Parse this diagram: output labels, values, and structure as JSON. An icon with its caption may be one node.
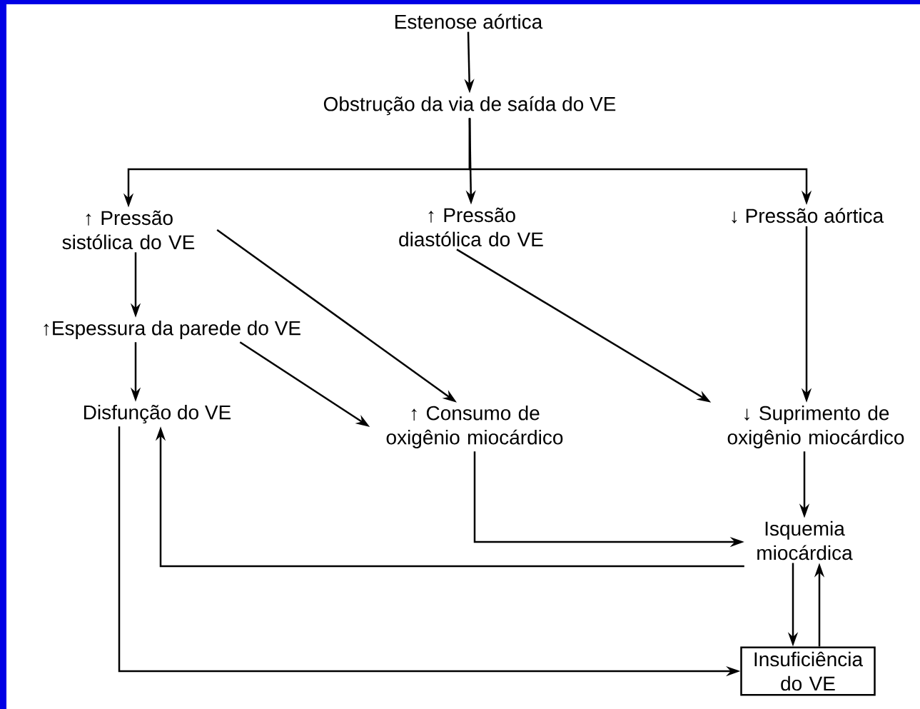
{
  "diagram": {
    "nodes": [
      {
        "text": [
          "Estenose aórtica"
        ]
      },
      {
        "text": [
          "Obstrução da via de saída do VE"
        ]
      },
      {
        "text": [
          "↑ Pressão sistólica do VE"
        ]
      },
      {
        "text": [
          "↑ Pressão diastólica do VE"
        ]
      },
      {
        "text": [
          "↓ Pressão aórtica"
        ]
      },
      {
        "text": [
          "↑Espessura da parede do VE"
        ]
      },
      {
        "text": [
          "Disfunção do VE"
        ]
      },
      {
        "text": [
          "↑ Consumo de oxigênio miocárdico"
        ]
      },
      {
        "text": [
          "↓ Suprimento de oxigênio miocárdico"
        ]
      },
      {
        "text": [
          "Isquemia miocárdica"
        ]
      },
      {
        "text": [
          "Insuficiência do VE"
        ]
      }
    ],
    "edges": [
      {
        "from": 0,
        "to": 1,
        "arrow": "to"
      },
      {
        "from": 1,
        "to": 2,
        "arrow": "to"
      },
      {
        "from": 1,
        "to": 3,
        "arrow": "to"
      },
      {
        "from": 1,
        "to": 4,
        "arrow": "to"
      },
      {
        "from": 2,
        "to": 5,
        "arrow": "to"
      },
      {
        "from": 2,
        "to": 7,
        "arrow": "to"
      },
      {
        "from": 3,
        "to": 8,
        "arrow": "to"
      },
      {
        "from": 4,
        "to": 8,
        "arrow": "to"
      },
      {
        "from": 5,
        "to": 6,
        "arrow": "to"
      },
      {
        "from": 5,
        "to": 7,
        "arrow": "to"
      },
      {
        "from": 6,
        "to": 10,
        "arrow": "to"
      },
      {
        "from": 7,
        "to": 9,
        "arrow": "to"
      },
      {
        "from": 9,
        "to": 6,
        "arrow": "to"
      },
      {
        "from": 8,
        "to": 9,
        "arrow": "to"
      },
      {
        "from": 9,
        "to": 10,
        "arrow": "to"
      },
      {
        "from": 10,
        "to": 9,
        "arrow": "to"
      }
    ]
  }
}
